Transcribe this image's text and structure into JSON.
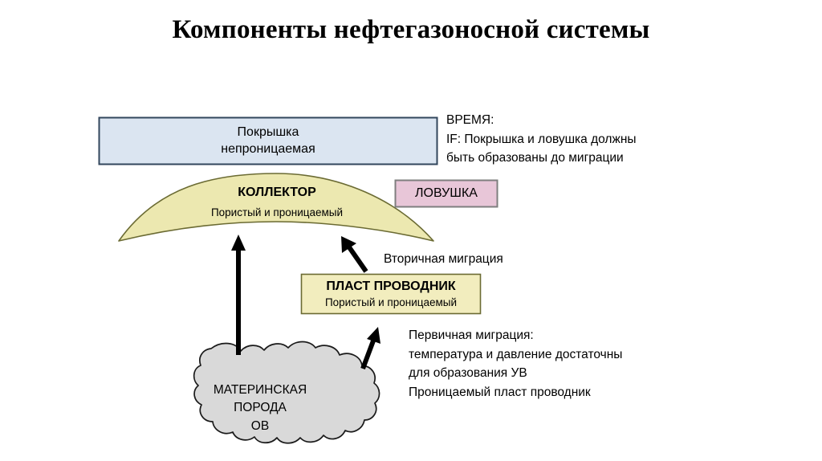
{
  "page": {
    "title": "Компоненты нефтегазоносной системы",
    "background": "#ffffff"
  },
  "colors": {
    "seal_fill": "#dbe5f1",
    "seal_stroke": "#32465c",
    "reservoir_fill": "#ece8b0",
    "reservoir_stroke": "#6b6b33",
    "trap_fill": "#e8c6d8",
    "trap_stroke": "#7f7f7f",
    "carrier_fill": "#f2edbe",
    "carrier_stroke": "#6b6b33",
    "source_fill": "#d9d9d9",
    "source_stroke": "#000000",
    "arrow": "#000000",
    "text": "#000000"
  },
  "seal": {
    "line1": "Покрышка",
    "line2": "непроницаемая"
  },
  "reservoir": {
    "title": "КОЛЛЕКТОР",
    "subtitle": "Пористый и проницаемый"
  },
  "trap": {
    "label": "ЛОВУШКА"
  },
  "time_note": {
    "line1": "ВРЕМЯ:",
    "line2": "IF: Покрышка и ловушка должны",
    "line3": "быть образованы до миграции"
  },
  "secondary_migration": {
    "label": "Вторичная миграция"
  },
  "carrier_bed": {
    "title": "ПЛАСТ ПРОВОДНИК",
    "subtitle": "Пористый и проницаемый"
  },
  "primary_note": {
    "line1": "Первичная миграция:",
    "line2": "температура и давление достаточны",
    "line3": "для образования УВ",
    "line4": "Проницаемый пласт проводник"
  },
  "source_rock": {
    "line1": "МАТЕРИНСКАЯ",
    "line2": "ПОРОДА",
    "line3": "ОВ"
  },
  "icons": {
    "arrow_primary_vertical": "arrow-up-icon",
    "arrow_primary_diagonal": "arrow-up-right-icon",
    "arrow_secondary": "arrow-up-left-icon"
  }
}
